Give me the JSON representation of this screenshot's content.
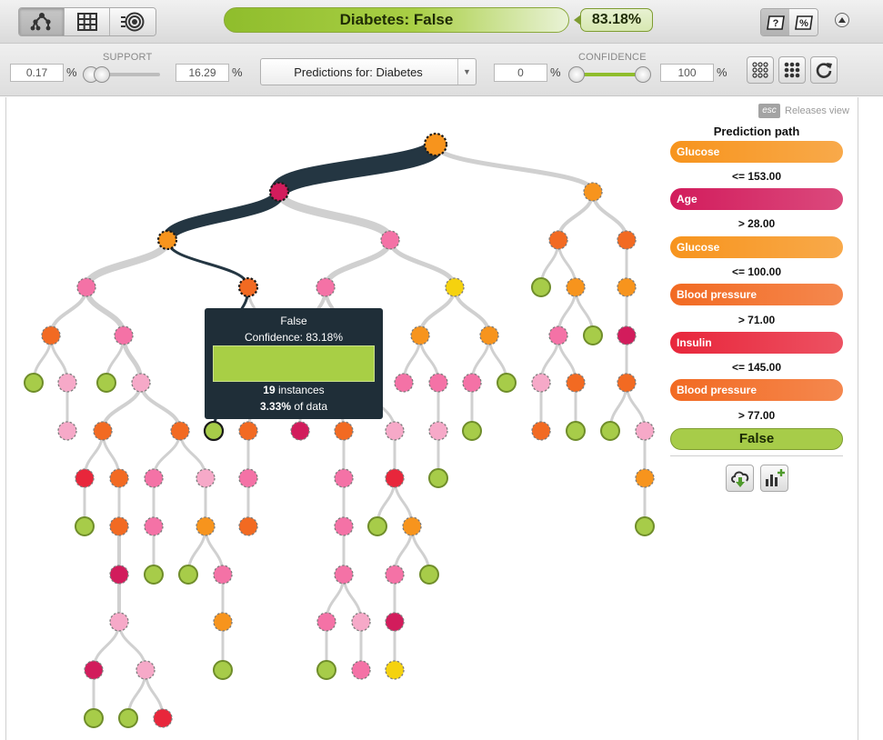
{
  "header": {
    "prediction_label": "Diabetes: False",
    "confidence_badge": "83.18%"
  },
  "filters": {
    "support": {
      "label": "SUPPORT",
      "min": "0.17",
      "max": "16.29",
      "unit": "%"
    },
    "predictions_select": "Predictions for: Diabetes",
    "confidence": {
      "label": "CONFIDENCE",
      "min": "0",
      "max": "100",
      "unit": "%"
    }
  },
  "tooltip": {
    "class_label": "False",
    "confidence_text": "Confidence: 83.18%",
    "instances_count": "19",
    "instances_text": " instances",
    "percent": "3.33%",
    "percent_text": " of data"
  },
  "panel": {
    "esc_label": "esc",
    "releases_label": "Releases view",
    "title": "Prediction path",
    "steps": [
      {
        "field": "Glucose",
        "condition": "<= 153.00",
        "color": "#f7941d"
      },
      {
        "field": "Age",
        "condition": "> 28.00",
        "color": "#d21c5c"
      },
      {
        "field": "Glucose",
        "condition": "<= 100.00",
        "color": "#f7941d"
      },
      {
        "field": "Blood pressure",
        "condition": "> 71.00",
        "color": "#f26a22"
      },
      {
        "field": "Insulin",
        "condition": "<= 145.00",
        "color": "#e8263b"
      },
      {
        "field": "Blood pressure",
        "condition": "> 77.00",
        "color": "#f26a22"
      }
    ],
    "result": "False"
  },
  "colors": {
    "glucose": "#f7941d",
    "age": "#d21c5c",
    "blood_pressure": "#f26a22",
    "insulin": "#e8263b",
    "pink": "#f472a6",
    "light_pink": "#f6a9c8",
    "yellow": "#f5d20f",
    "leaf_false": "#a7cc49",
    "path": "#243642"
  }
}
